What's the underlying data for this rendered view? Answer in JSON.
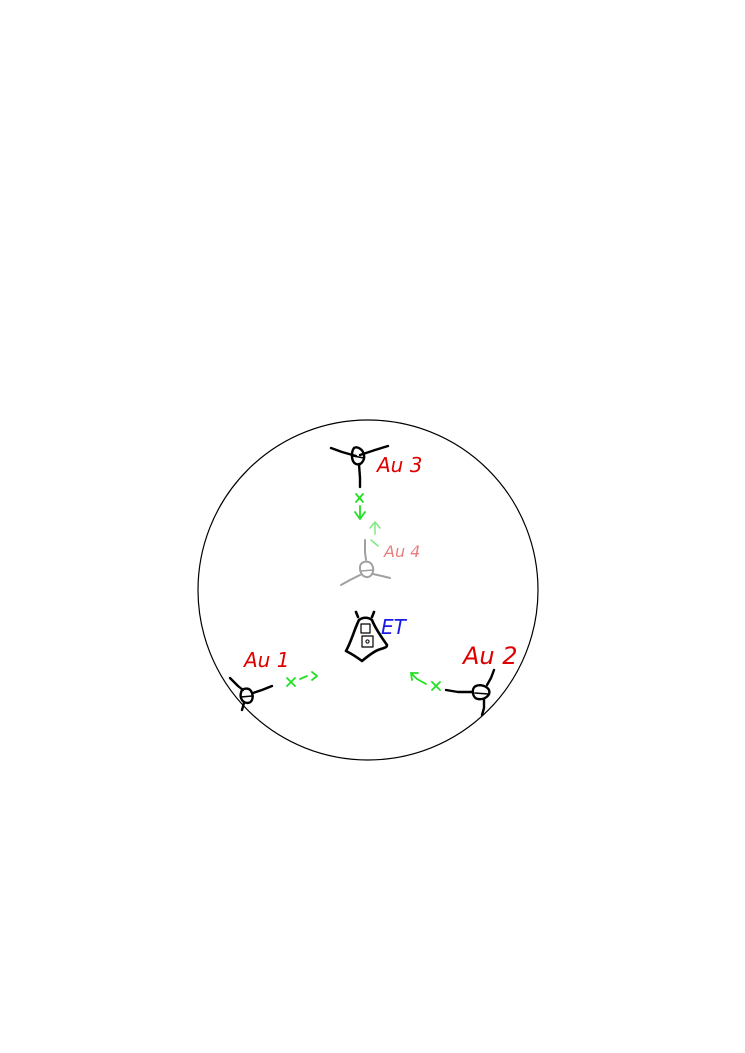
{
  "labels": {
    "au1": "Au 1",
    "au2": "Au 2",
    "au3": "Au 3",
    "au4": "Au 4",
    "et": "ET"
  },
  "colors": {
    "outline": "#000000",
    "au_label": "#e00000",
    "au4_label": "#e88080",
    "et_label": "#1a1ae6",
    "arrow": "#22e022",
    "ghost": "#a0a0a0",
    "background": "#ffffff"
  }
}
